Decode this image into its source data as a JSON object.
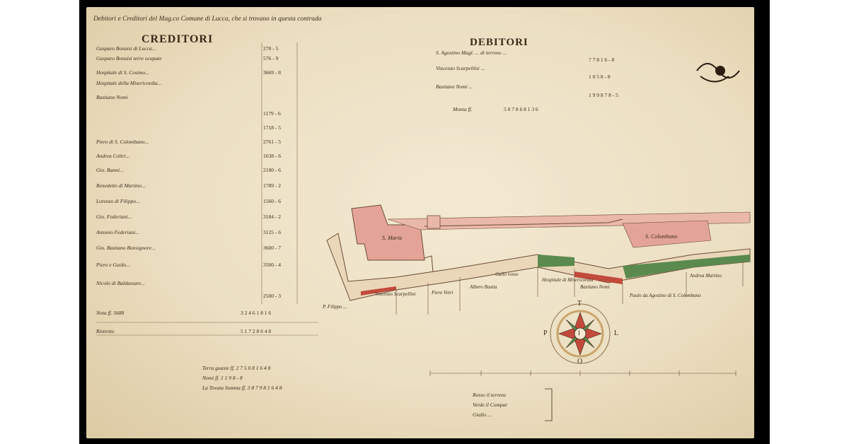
{
  "title": "Debitori e Creditori del Mag.co Comune di Lucca, che si trovano in questa contrada",
  "creditori_heading": "CREDITORI",
  "debitori_heading": "DEBITORI",
  "creditori_rows": [
    {
      "text": "Gasparo Bonuisi di Lucca...",
      "num": "278 - 5"
    },
    {
      "text": "Gasparo Bonuisi terre ocupate",
      "num": "576 - 9"
    },
    {
      "text": "Hospitale di S. Cosimo...",
      "num": "3669 - 8"
    },
    {
      "text": "Hospitale della Misericordia...",
      "num": "1179 - 6"
    },
    {
      "text": "Bastiano Nomi",
      "num": "1718 - 5"
    },
    {
      "text": "Piero di S. Colombano...",
      "num": "2761 - 5"
    },
    {
      "text": "Andrea Coltri...",
      "num": "1638 - 6"
    },
    {
      "text": "Gio. Banni...",
      "num": "2180 - 6"
    },
    {
      "text": "Benedetto di Martino...",
      "num": "1789 - 2"
    },
    {
      "text": "Lorenzo di Filippo...",
      "num": "1560 - 6"
    },
    {
      "text": "Gio. Federiani...",
      "num": "3184 - 2"
    },
    {
      "text": "Antonio Federiani...",
      "num": "3125 - 6"
    },
    {
      "text": "Gio. Bastiano Bonsignore...",
      "num": "3600 - 7"
    },
    {
      "text": "Piero e Guido...",
      "num": "3500 - 4"
    },
    {
      "text": "Nicolo di Baldassare...",
      "num": "2500 - 3"
    }
  ],
  "creditori_totals": [
    {
      "text": "Nota ff. 5688",
      "num": "3 2 4 6 1 8 1 6"
    },
    {
      "text": "Ristretto",
      "num": "5 1 7 2 8 6 4 8"
    }
  ],
  "debitori_rows": [
    {
      "text": "S. Agostino Magl. ... di terreno ...",
      "num": "7 7 8 1 6 - 8"
    },
    {
      "text": "Vincenzo Scarpellini ...",
      "num": "1 0 5 8 - 8"
    },
    {
      "text": "Bastiano Nomi ...",
      "num": "1 9 9 8 7 8 - 5"
    },
    {
      "text": "Monta ff.",
      "num": "5 0 7 8 6 8 1 3 6"
    }
  ],
  "bottom_notes": [
    "Terra guaste ff. 2 7 5 0 8 1 6 4 8",
    "Nomi ff. 1 1 9 8 - 8",
    "La Tovata Somma ff. 3 8 7 9 8 1 6 4 8"
  ],
  "map_labels": {
    "s_maria": "S. Maria",
    "s_colombano": "S. Colombano",
    "piero_vetri": "Piero Vetri",
    "gallo_rosso": "Gallo rosso",
    "albero_bastia": "Albero Bastia",
    "bastiano_nomi": "Bastiano Nomi",
    "hospitale_misericordia": "Hospitale di Misericordia",
    "andrea_martino": "Andrea Martino",
    "paulo_agostino": "Paulo da Agostino di S. Colombano",
    "vincenzo_scarpellini": "Vincenzo Scarpellini",
    "piero_filippo": "P. Filippo ..."
  },
  "compass": {
    "T": "T",
    "L": "L",
    "O": "O",
    "P": "P",
    "center": "I"
  },
  "legend": [
    "Rosso il terrene",
    "Verde il Compar",
    "Giallo ..."
  ],
  "colors": {
    "red_area": "#e3a497",
    "green": "#5b8a4e",
    "red": "#c24a3c"
  }
}
